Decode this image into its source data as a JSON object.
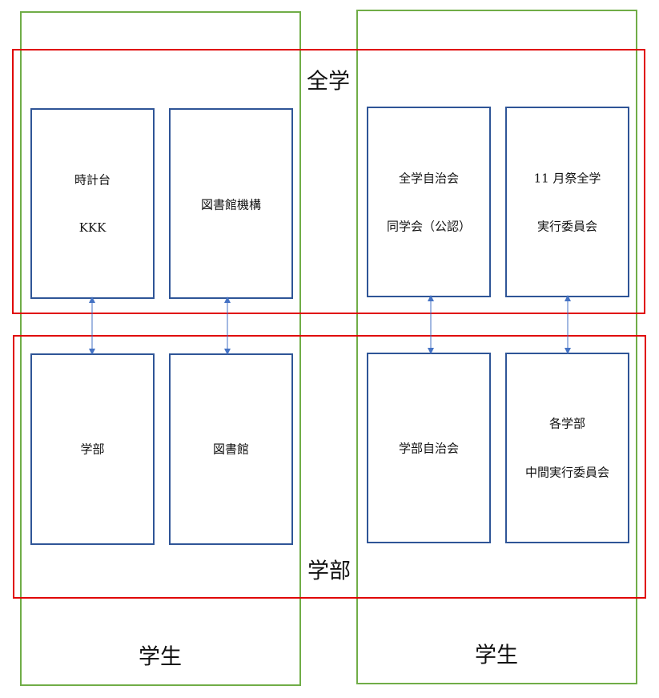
{
  "levels": {
    "top": "全学",
    "bottom": "学部"
  },
  "columns": [
    {
      "label": "学生"
    },
    {
      "label": "学生"
    }
  ],
  "boxes_top": [
    {
      "lines": [
        "時計台",
        "KKK"
      ]
    },
    {
      "lines": [
        "図書館機構"
      ]
    },
    {
      "lines": [
        "全学自治会",
        "同学会（公認）"
      ]
    },
    {
      "lines": [
        "11 月祭全学",
        "実行委員会"
      ]
    }
  ],
  "boxes_bottom": [
    {
      "lines": [
        "学部"
      ]
    },
    {
      "lines": [
        "図書館"
      ]
    },
    {
      "lines": [
        "学部自治会"
      ]
    },
    {
      "lines": [
        "各学部",
        "中間実行委員会"
      ]
    }
  ],
  "colors": {
    "student_group": "#70ad47",
    "level_group": "#e00000",
    "box": "#2f5597",
    "arrow": "#4472c4"
  }
}
